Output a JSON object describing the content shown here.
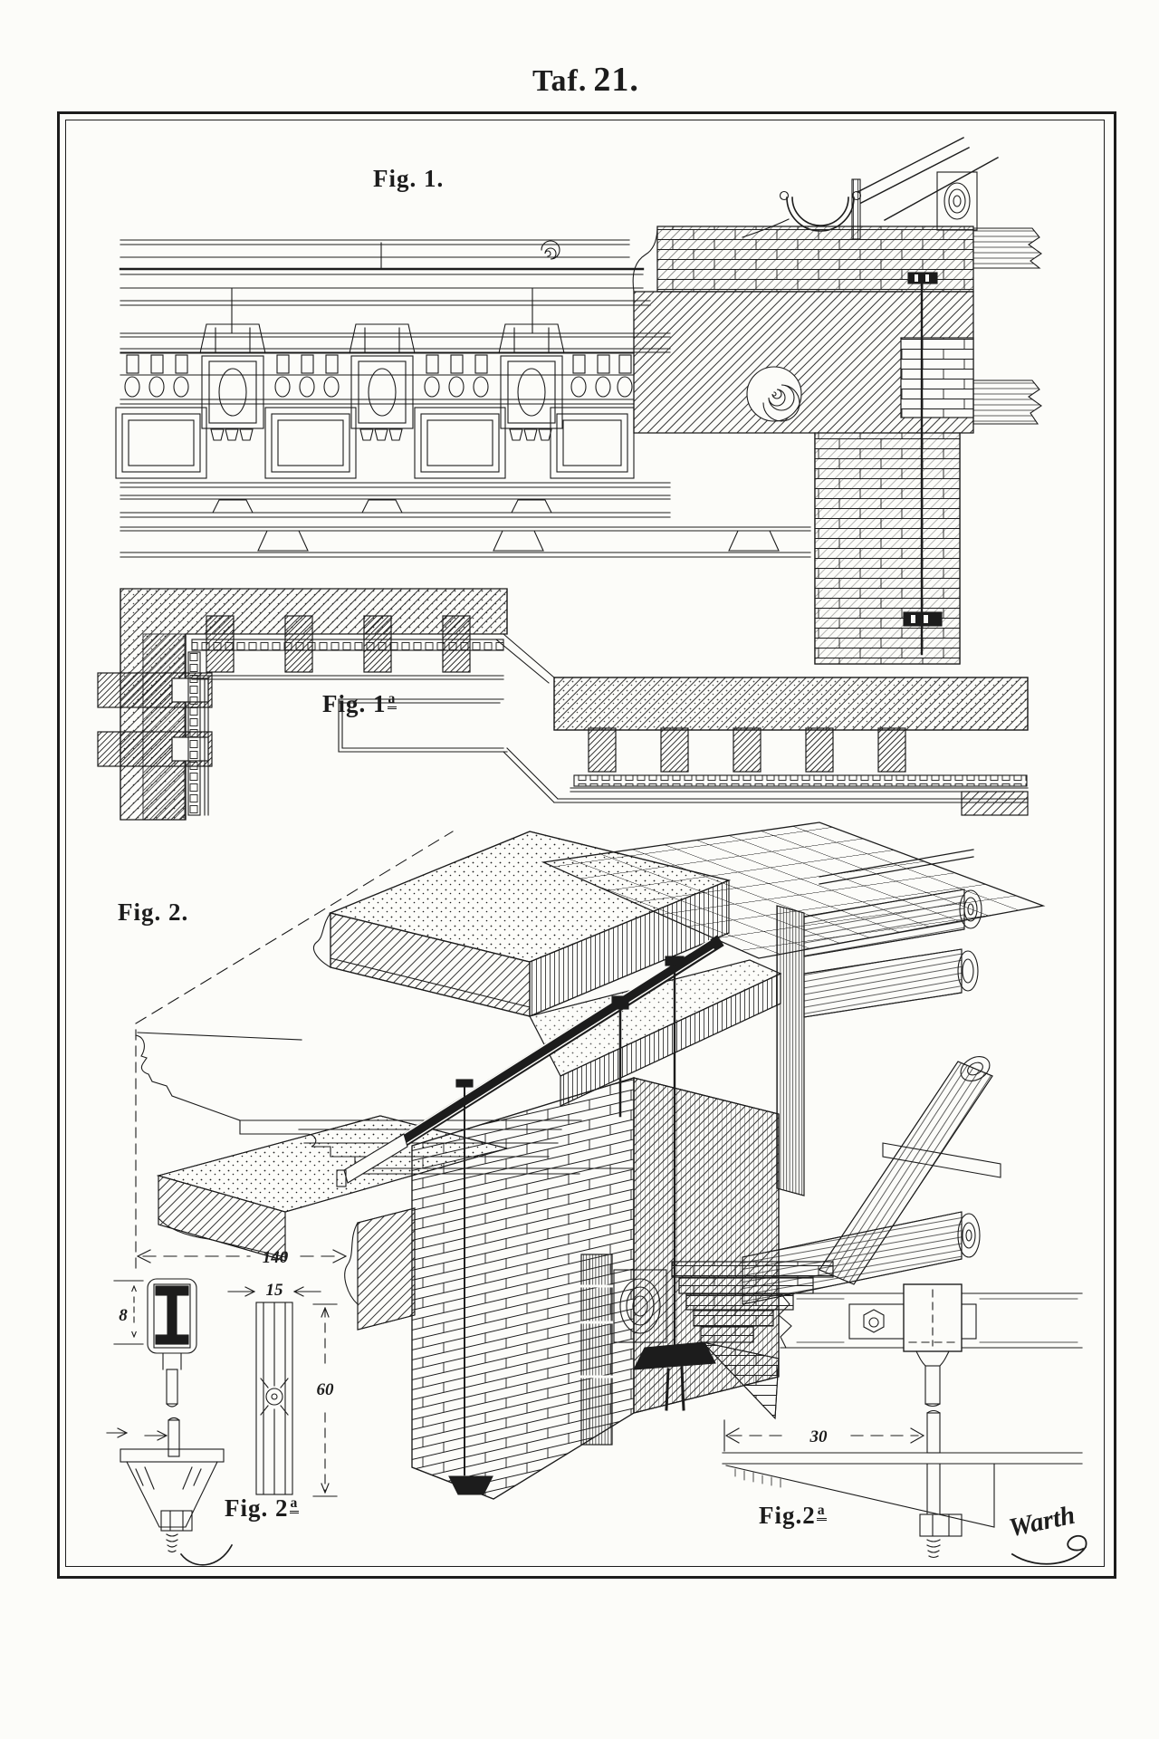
{
  "plate": {
    "title_prefix": "Taf.",
    "title_number": "21.",
    "signature": "Warth",
    "ink_color": "#1c1c1c",
    "paper_color": "#fcfcf9"
  },
  "figures": {
    "fig1": {
      "label": "Fig. 1."
    },
    "fig1a": {
      "label": "Fig. 1",
      "sup": "a"
    },
    "fig2": {
      "label": "Fig. 2."
    },
    "fig2a_left": {
      "label": "Fig. 2",
      "sup": "a"
    },
    "fig2a_right": {
      "label": "Fig.2",
      "sup": "a"
    }
  },
  "dimensions": {
    "cornice_projection": "140",
    "strap_width": "15",
    "strap_length": "60",
    "anchor_head": "8",
    "bracket_length": "30"
  }
}
